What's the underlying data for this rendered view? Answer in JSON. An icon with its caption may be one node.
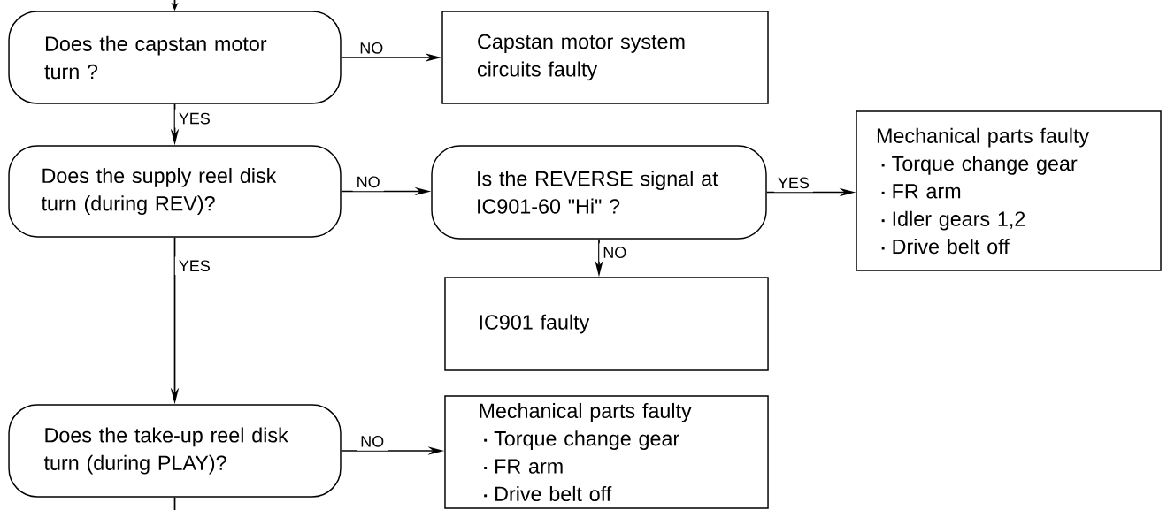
{
  "diagram": {
    "nodes": [
      {
        "text": [
          "Does the capstan motor turn ?"
        ]
      },
      {
        "text": [
          "Capstan motor system circuits faulty"
        ]
      },
      {
        "text": [
          "Does the supply reel disk turn (during REV)?"
        ]
      },
      {
        "text": [
          "Is the REVERSE signal at IC901-60 \"Hi\" ?"
        ]
      },
      {
        "text": [
          "Mechanical parts faulty",
          "Torque change gear",
          "FR arm",
          "Idler gears 1,2",
          "Drive belt off"
        ]
      },
      {
        "text": [
          "IC901 faulty"
        ]
      },
      {
        "text": [
          "Does the take-up reel disk turn (during PLAY)?"
        ]
      },
      {
        "text": [
          "Mechanical parts faulty",
          "Torque change gear",
          "FR arm",
          "Drive belt off"
        ]
      }
    ],
    "edges": [
      {
        "from": null,
        "to": 0,
        "arrow": "to"
      },
      {
        "from": 0,
        "to": 1,
        "arrow": "to",
        "label": "NO"
      },
      {
        "from": 0,
        "to": 2,
        "arrow": "to",
        "label": "YES"
      },
      {
        "from": 2,
        "to": 3,
        "arrow": "to",
        "label": "NO"
      },
      {
        "from": 3,
        "to": 4,
        "arrow": "to",
        "label": "YES"
      },
      {
        "from": 3,
        "to": 5,
        "arrow": "to",
        "label": "NO"
      },
      {
        "from": 2,
        "to": 6,
        "arrow": "to",
        "label": "YES"
      },
      {
        "from": 6,
        "to": 7,
        "arrow": "to",
        "label": "NO"
      },
      {
        "from": 6,
        "to": null,
        "arrow": "none"
      }
    ]
  }
}
